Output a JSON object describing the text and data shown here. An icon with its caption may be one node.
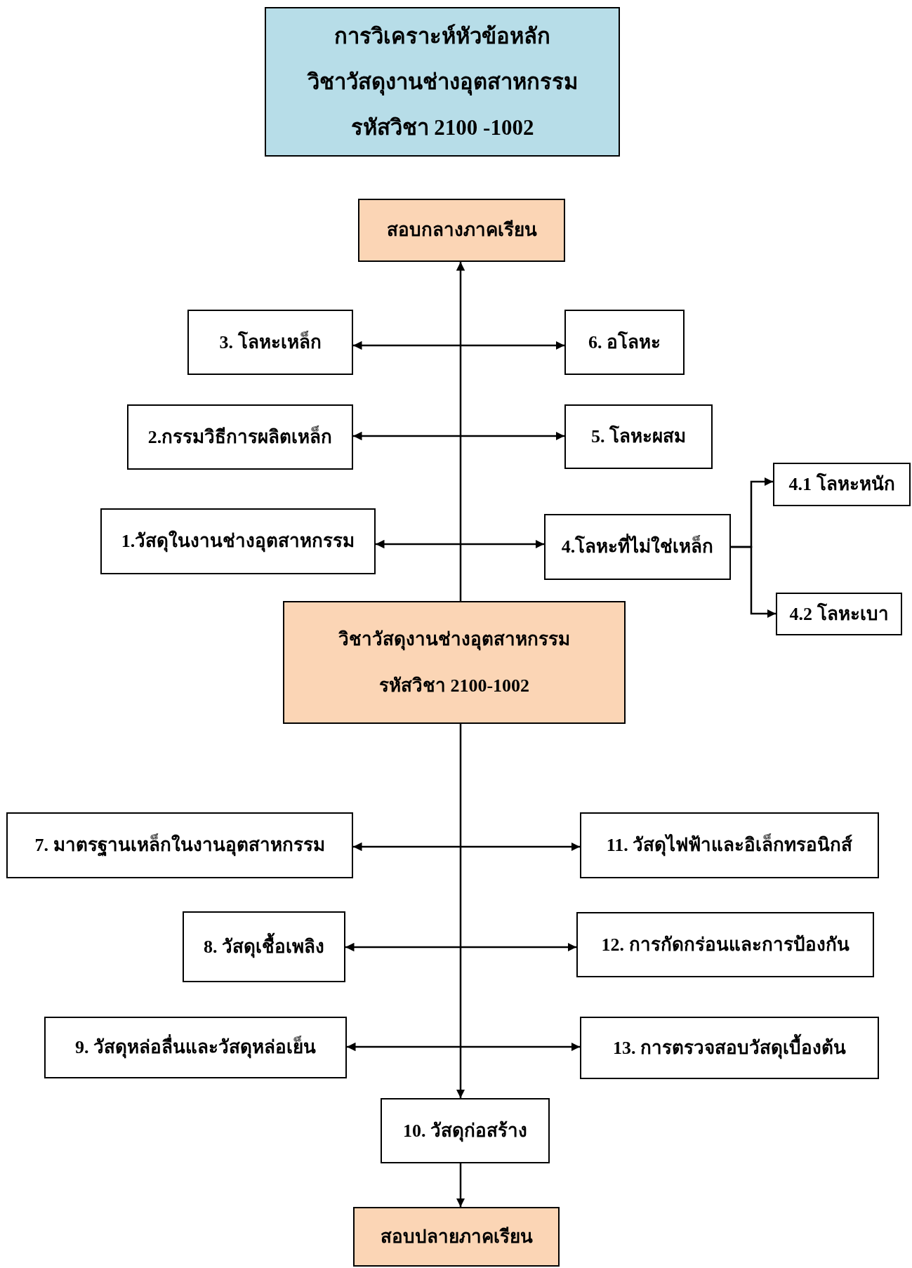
{
  "diagram": {
    "nodes": [
      {
        "text": [
          "การวิเคราะห์หัวข้อหลัก",
          "วิชาวัสดุงานช่างอุตสาหกรรม",
          "รหัสวิชา 2100 -1002"
        ]
      },
      {
        "text": [
          "สอบกลางภาคเรียน"
        ]
      },
      {
        "text": [
          "3. โลหะเหล็ก"
        ]
      },
      {
        "text": [
          "6. อโลหะ"
        ]
      },
      {
        "text": [
          "2.กรรมวิธีการผลิตเหล็ก"
        ]
      },
      {
        "text": [
          "5. โลหะผสม"
        ]
      },
      {
        "text": [
          "4.1 โลหะหนัก"
        ]
      },
      {
        "text": [
          "1.วัสดุในงานช่างอุตสาหกรรม"
        ]
      },
      {
        "text": [
          "4.โลหะที่ไม่ใช่เหล็ก"
        ]
      },
      {
        "text": [
          "4.2 โลหะเบา"
        ]
      },
      {
        "text": [
          "วิชาวัสดุงานช่างอุตสาหกรรม",
          "รหัสวิชา 2100-1002"
        ]
      },
      {
        "text": [
          "7. มาตรฐานเหล็กในงานอุตสาหกรรม"
        ]
      },
      {
        "text": [
          "11. วัสดุไฟฟ้าและอิเล็กทรอนิกส์"
        ]
      },
      {
        "text": [
          "8. วัสดุเชื้อเพลิง"
        ]
      },
      {
        "text": [
          "12. การกัดกร่อนและการป้องกัน"
        ]
      },
      {
        "text": [
          "9. วัสดุหล่อลื่นและวัสดุหล่อเย็น"
        ]
      },
      {
        "text": [
          "13. การตรวจสอบวัสดุเบื้องต้น"
        ]
      },
      {
        "text": [
          "10. วัสดุก่อสร้าง"
        ]
      },
      {
        "text": [
          "สอบปลายภาคเรียน"
        ]
      }
    ],
    "edges": [
      {
        "from": 10,
        "to": 1,
        "arrow": "to"
      },
      {
        "from": 2,
        "to": 3,
        "arrow": "both"
      },
      {
        "from": 4,
        "to": 5,
        "arrow": "both"
      },
      {
        "from": 7,
        "to": 8,
        "arrow": "both"
      },
      {
        "from": 8,
        "to": 6,
        "arrow": "to"
      },
      {
        "from": 8,
        "to": 9,
        "arrow": "to"
      },
      {
        "from": 10,
        "to": 17,
        "arrow": "to"
      },
      {
        "from": 11,
        "to": 12,
        "arrow": "both"
      },
      {
        "from": 13,
        "to": 14,
        "arrow": "both"
      },
      {
        "from": 15,
        "to": 16,
        "arrow": "both"
      },
      {
        "from": 17,
        "to": 18,
        "arrow": "to"
      }
    ]
  }
}
